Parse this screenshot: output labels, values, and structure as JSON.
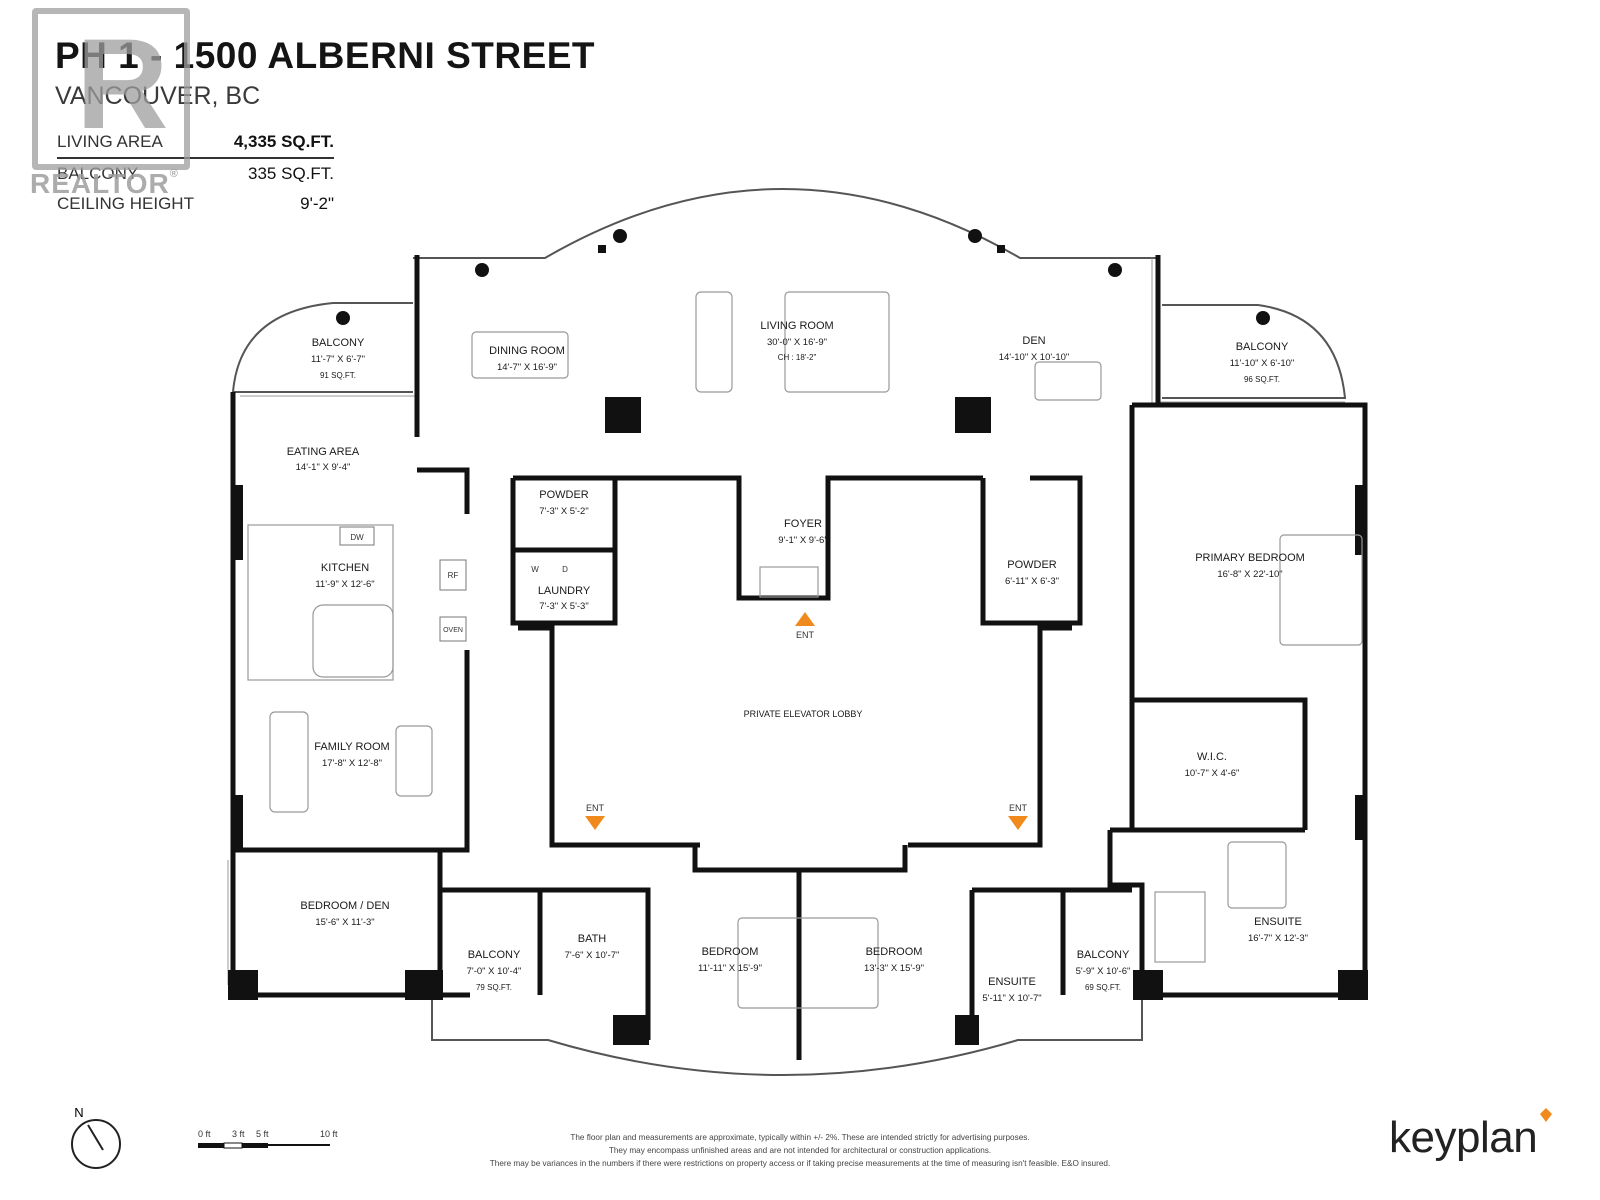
{
  "header": {
    "title": "PH 1 - 1500 ALBERNI STREET",
    "subtitle": "VANCOUVER, BC",
    "stats": [
      {
        "label": "LIVING AREA",
        "value": "4,335 SQ.FT."
      },
      {
        "label": "BALCONY",
        "value": "335 SQ.FT."
      },
      {
        "label": "CEILING HEIGHT",
        "value": "9'-2\""
      }
    ]
  },
  "watermark": {
    "glyph": "R",
    "text": "REALTOR",
    "mark": "®"
  },
  "rooms": {
    "balcony_nw": {
      "name": "BALCONY",
      "dims": "11'-7\"  X  6'-7\"",
      "area": "91 SQ.FT."
    },
    "dining": {
      "name": "DINING ROOM",
      "dims": "14'-7\"  X  16'-9\""
    },
    "living": {
      "name": "LIVING ROOM",
      "dims": "30'-0\"  X  16'-9\"",
      "ch": "CH : 18'-2\""
    },
    "den": {
      "name": "DEN",
      "dims": "14'-10\"  X  10'-10\""
    },
    "balcony_ne": {
      "name": "BALCONY",
      "dims": "11'-10\"  X  6'-10\"",
      "area": "96 SQ.FT."
    },
    "eating": {
      "name": "EATING AREA",
      "dims": "14'-1\"  X  9'-4\""
    },
    "powder_w": {
      "name": "POWDER",
      "dims": "7'-3\"  X  5'-2\""
    },
    "foyer": {
      "name": "FOYER",
      "dims": "9'-1\"  X  9'-6\""
    },
    "kitchen": {
      "name": "KITCHEN",
      "dims": "11'-9\"  X  12'-6\""
    },
    "laundry": {
      "name": "LAUNDRY",
      "dims": "7'-3\"  X  5'-3\""
    },
    "powder_e": {
      "name": "POWDER",
      "dims": "6'-11\"  X  6'-3\""
    },
    "primary": {
      "name": "PRIMARY BEDROOM",
      "dims": "16'-8\"  X  22'-10\""
    },
    "lobby": {
      "name": "PRIVATE ELEVATOR LOBBY"
    },
    "family": {
      "name": "FAMILY ROOM",
      "dims": "17'-8\"  X  12'-8\""
    },
    "wic": {
      "name": "W.I.C.",
      "dims": "10'-7\"  X  4'-6\""
    },
    "bedroom_den": {
      "name": "BEDROOM / DEN",
      "dims": "15'-6\"  X  11'-3\""
    },
    "balcony_s1": {
      "name": "BALCONY",
      "dims": "7'-0\"  X  10'-4\"",
      "area": "79 SQ.FT."
    },
    "bath": {
      "name": "BATH",
      "dims": "7'-6\"  X  10'-7\""
    },
    "bedroom1": {
      "name": "BEDROOM",
      "dims": "11'-11\"  X  15'-9\""
    },
    "bedroom2": {
      "name": "BEDROOM",
      "dims": "13'-3\"  X  15'-9\""
    },
    "ensuite_s": {
      "name": "ENSUITE",
      "dims": "5'-11\"  X  10'-7\""
    },
    "balcony_s2": {
      "name": "BALCONY",
      "dims": "5'-9\"  X  10'-6\"",
      "area": "69 SQ.FT."
    },
    "ensuite_p": {
      "name": "ENSUITE",
      "dims": "16'-7\"  X  12'-3\""
    }
  },
  "fixtures": {
    "dw": "DW",
    "rf": "RF",
    "oven": "OVEN",
    "w": "W",
    "d": "D"
  },
  "entries": {
    "label": "ENT"
  },
  "north": {
    "label": "N"
  },
  "scale": {
    "labels": [
      "0 ft",
      "3 ft",
      "5 ft",
      "10 ft"
    ]
  },
  "disclaimer": [
    "The floor plan and measurements are approximate, typically within +/- 2%. These are intended strictly for advertising purposes.",
    "They may encompass unfinished areas and are not intended for architectural or construction applications.",
    "There may be variances in the numbers if there were restrictions on property access or if taking precise measurements at the time of measuring isn't feasible. E&O insured."
  ],
  "brand": {
    "name": "keyplan"
  },
  "colors": {
    "wall": "#111111",
    "thin": "#555555",
    "entry_marker": "#f08a1c",
    "watermark": "#9e9e9e"
  }
}
